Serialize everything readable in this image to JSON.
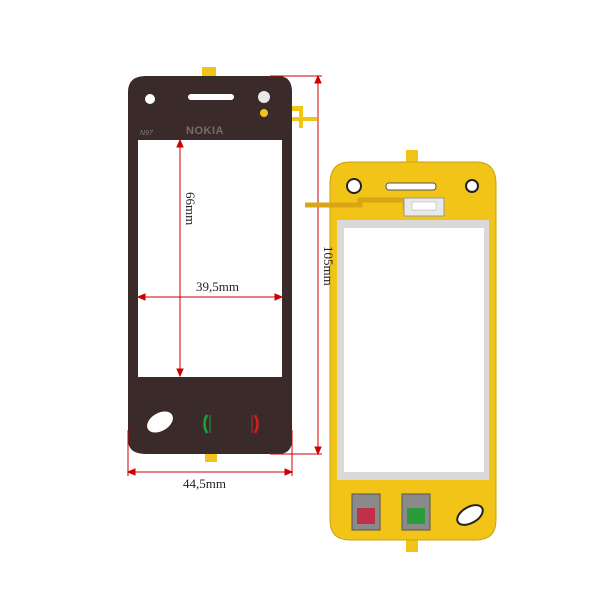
{
  "front_panel": {
    "model": "N97",
    "brand": "NOKIA",
    "colors": {
      "frame": "#3a2a2a",
      "window": "#ffffff",
      "call_green": "#1aa33a",
      "end_red": "#d02020"
    }
  },
  "dimensions": {
    "screen_height": "66mm",
    "screen_width": "39,5mm",
    "total_height": "105mm",
    "total_width": "44,5mm",
    "line_color": "#cc0000"
  },
  "back_panel": {
    "colors": {
      "frame": "#f2c418",
      "inner_border": "#d9d9d9"
    }
  }
}
